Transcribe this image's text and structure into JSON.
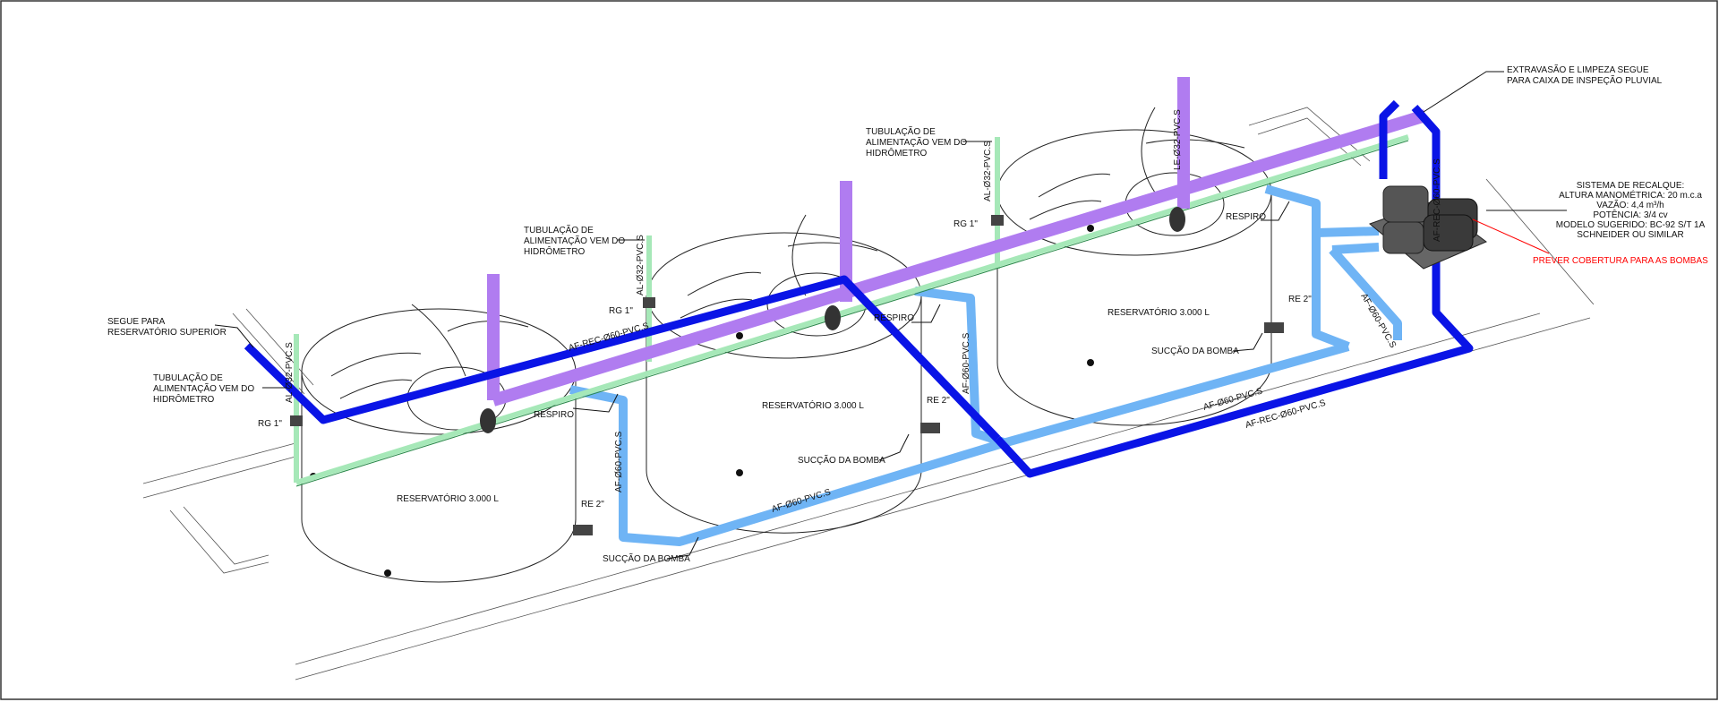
{
  "colors": {
    "recalque_pipe": "#0a14e6",
    "extravasor_pipe": "#b07cf0",
    "alimentacao_pipe": "#a6e8b8",
    "succao_pipe": "#6fb4f5",
    "warning_text": "#ff0000",
    "pump": "#555555"
  },
  "notes": {
    "segue_reservatorio": [
      "SEGUE PARA",
      "RESERVATÓRIO SUPERIOR"
    ],
    "extravasao": [
      "EXTRAVASÃO E LIMPEZA SEGUE",
      "PARA CAIXA DE INSPEÇÃO PLUVIAL"
    ],
    "sistema_recalque": [
      "SISTEMA DE RECALQUE:",
      "ALTURA MANOMÉTRICA: 20 m.c.a",
      "VAZÃO: 4,4 m³/h",
      "POTÊNCIA: 3/4 cv",
      "MODELO SUGERIDO: BC-92 S/T 1A",
      "SCHNEIDER OU SIMILAR"
    ],
    "prever_cobertura": "PREVER COBERTURA PARA AS BOMBAS"
  },
  "tanks": [
    {
      "label": "RESERVATÓRIO 3.000 L",
      "alimentacao": [
        "TUBULAÇÃO DE",
        "ALIMENTAÇÃO VEM DO",
        "HIDRÔMETRO"
      ],
      "rg": "RG 1\"",
      "al_pipe": "AL-Ø32-PVC.S",
      "respiro": "RESPIRO",
      "re": "RE 2\"",
      "af_pipe": "AF-Ø60-PVC.S",
      "succao": "SUCÇÃO DA BOMBA"
    },
    {
      "label": "RESERVATÓRIO 3.000 L",
      "alimentacao": [
        "TUBULAÇÃO DE",
        "ALIMENTAÇÃO VEM DO",
        "HIDRÔMETRO"
      ],
      "rg": "RG 1\"",
      "al_pipe": "AL-Ø32-PVC.S",
      "respiro": "RESPIRO",
      "re": "RE 2\"",
      "af_pipe": "AF-Ø60-PVC.S",
      "succao": "SUCÇÃO DA BOMBA"
    },
    {
      "label": "RESERVATÓRIO 3.000 L",
      "alimentacao": [
        "TUBULAÇÃO DE",
        "ALIMENTAÇÃO VEM DO",
        "HIDRÔMETRO"
      ],
      "rg": "RG 1\"",
      "al_pipe": "AL-Ø32-PVC.S",
      "le_pipe": "LE-Ø32-PVC.S",
      "respiro": "RESPIRO",
      "re": "RE 2\"",
      "af_pipe": "AF-Ø60-PVC.S",
      "succao": "SUCÇÃO DA BOMBA"
    }
  ],
  "pipe_labels": {
    "af_rec_upper": "AF-REC-Ø60-PVC.S",
    "af_suction_low": "AF-Ø60-PVC.S",
    "af_suction_right": "AF-Ø60-PVC.S",
    "af_rec_lower": "AF-REC-Ø60-PVC.S",
    "af_rec_pump": "AF-REC-Ø60-PVC.S"
  }
}
